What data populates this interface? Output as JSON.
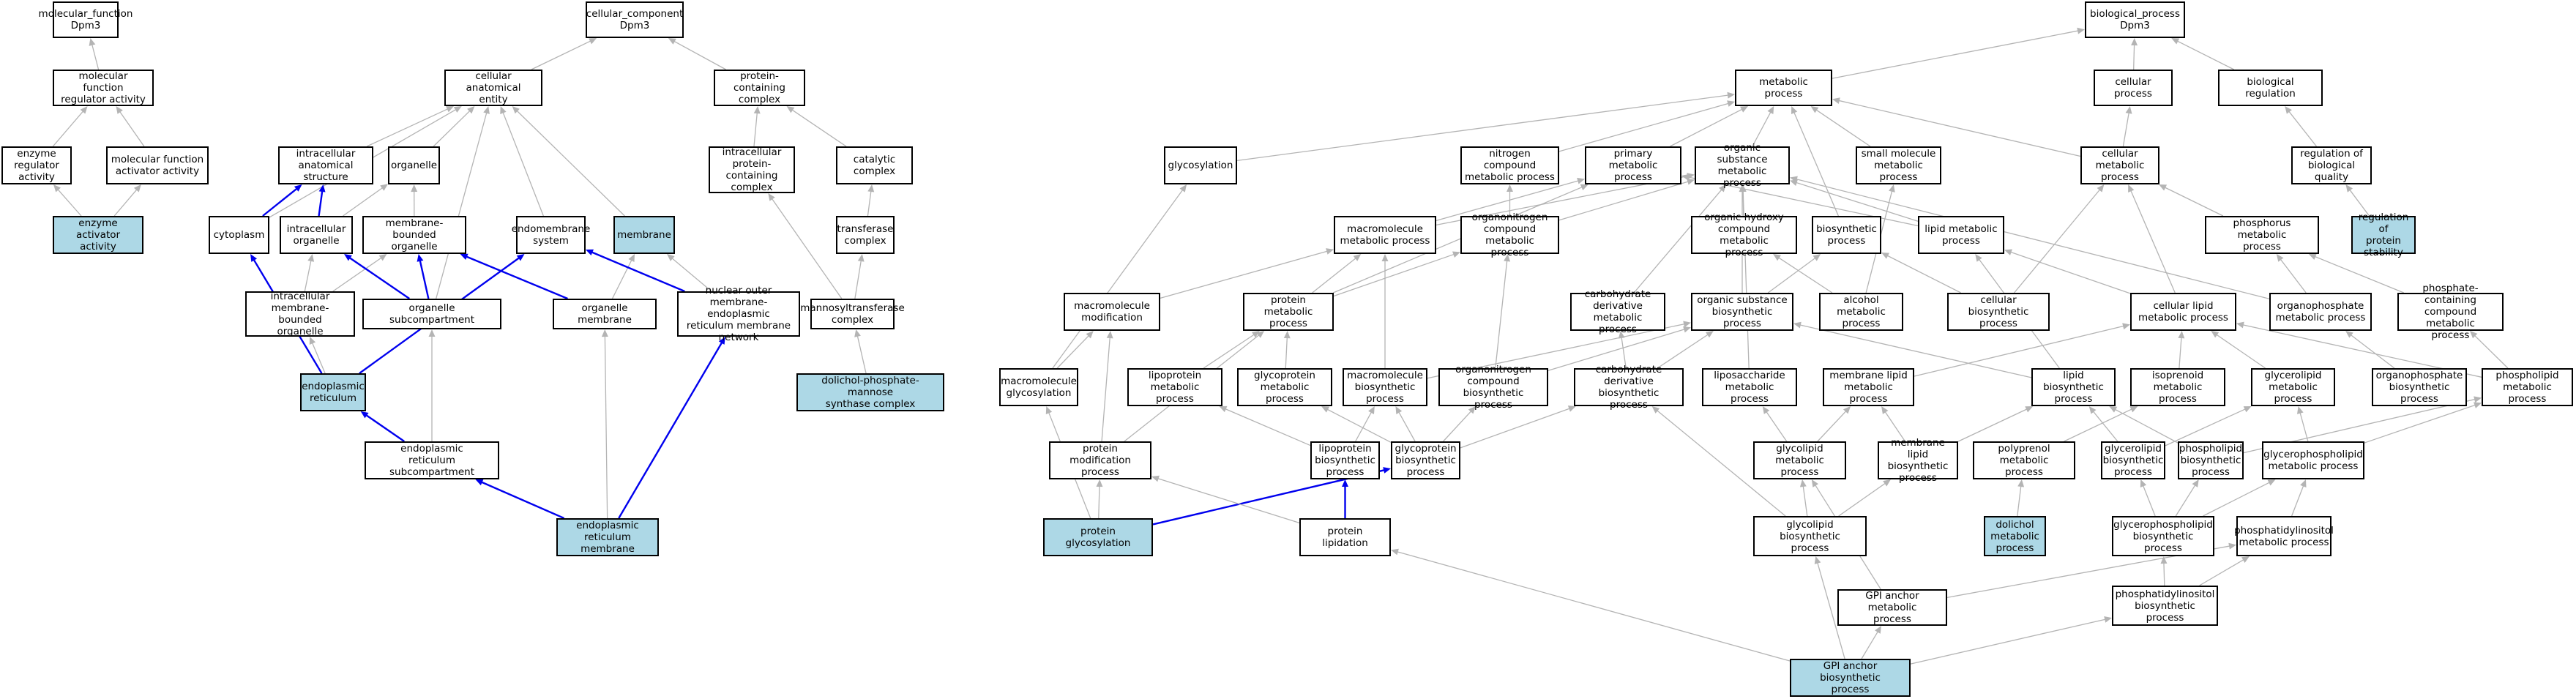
{
  "colors": {
    "highlight_fill": "#add8e6",
    "edge_gray": "#b4b4b4",
    "edge_blue": "#0000ee"
  },
  "nodes": [
    {
      "id": "mf",
      "label": "molecular_function\nDpm3",
      "highlight": false
    },
    {
      "id": "mfra",
      "label": "molecular function\nregulator activity",
      "highlight": false
    },
    {
      "id": "era",
      "label": "enzyme regulator\nactivity",
      "highlight": false
    },
    {
      "id": "mfaa",
      "label": "molecular function\nactivator activity",
      "highlight": false
    },
    {
      "id": "eaa",
      "label": "enzyme activator\nactivity",
      "highlight": true
    },
    {
      "id": "cc",
      "label": "cellular_component\nDpm3",
      "highlight": false
    },
    {
      "id": "cae",
      "label": "cellular anatomical\nentity",
      "highlight": false
    },
    {
      "id": "pcc",
      "label": "protein-containing\ncomplex",
      "highlight": false
    },
    {
      "id": "ias",
      "label": "intracellular\nanatomical structure",
      "highlight": false
    },
    {
      "id": "org",
      "label": "organelle",
      "highlight": false
    },
    {
      "id": "cyt",
      "label": "cytoplasm",
      "highlight": false
    },
    {
      "id": "io",
      "label": "intracellular\norganelle",
      "highlight": false
    },
    {
      "id": "mbo",
      "label": "membrane-bounded\norganelle",
      "highlight": false
    },
    {
      "id": "ems",
      "label": "endomembrane\nsystem",
      "highlight": false
    },
    {
      "id": "mem",
      "label": "membrane",
      "highlight": true
    },
    {
      "id": "iipcc",
      "label": "intracellular\nprotein-containing\ncomplex",
      "highlight": false
    },
    {
      "id": "catc",
      "label": "catalytic complex",
      "highlight": false
    },
    {
      "id": "trc",
      "label": "transferase\ncomplex",
      "highlight": false
    },
    {
      "id": "imbo",
      "label": "intracellular\nmembrane-bounded\norganelle",
      "highlight": false
    },
    {
      "id": "osc",
      "label": "organelle subcompartment",
      "highlight": false
    },
    {
      "id": "om",
      "label": "organelle membrane",
      "highlight": false
    },
    {
      "id": "nom",
      "label": "nuclear outer\nmembrane-endoplasmic\nreticulum membrane\nnetwork",
      "highlight": false
    },
    {
      "id": "mtc",
      "label": "mannosyltransferase\ncomplex",
      "highlight": false
    },
    {
      "id": "er",
      "label": "endoplasmic\nreticulum",
      "highlight": true
    },
    {
      "id": "dpms",
      "label": "dolichol-phosphate-mannose\nsynthase complex",
      "highlight": true
    },
    {
      "id": "ers",
      "label": "endoplasmic\nreticulum subcompartment",
      "highlight": false
    },
    {
      "id": "erm",
      "label": "endoplasmic\nreticulum membrane",
      "highlight": true
    },
    {
      "id": "bp",
      "label": "biological_process\nDpm3",
      "highlight": false
    },
    {
      "id": "mp",
      "label": "metabolic process",
      "highlight": false
    },
    {
      "id": "cp",
      "label": "cellular process",
      "highlight": false
    },
    {
      "id": "br",
      "label": "biological regulation",
      "highlight": false
    },
    {
      "id": "gly",
      "label": "glycosylation",
      "highlight": false
    },
    {
      "id": "ncmp",
      "label": "nitrogen compound\nmetabolic process",
      "highlight": false
    },
    {
      "id": "pmp",
      "label": "primary metabolic\nprocess",
      "highlight": false
    },
    {
      "id": "osmp",
      "label": "organic substance\nmetabolic process",
      "highlight": false
    },
    {
      "id": "smmp",
      "label": "small molecule\nmetabolic process",
      "highlight": false
    },
    {
      "id": "cmp",
      "label": "cellular metabolic\nprocess",
      "highlight": false
    },
    {
      "id": "rbq",
      "label": "regulation of\nbiological quality",
      "highlight": false
    },
    {
      "id": "mmp",
      "label": "macromolecule\nmetabolic process",
      "highlight": false
    },
    {
      "id": "oncmp",
      "label": "organonitrogen\ncompound metabolic\nprocess",
      "highlight": false
    },
    {
      "id": "ohcmp",
      "label": "organic hydroxy\ncompound metabolic\nprocess",
      "highlight": false
    },
    {
      "id": "bsp",
      "label": "biosynthetic\nprocess",
      "highlight": false
    },
    {
      "id": "lmp",
      "label": "lipid metabolic\nprocess",
      "highlight": false
    },
    {
      "id": "phmp",
      "label": "phosphorus metabolic\nprocess",
      "highlight": false
    },
    {
      "id": "rps",
      "label": "regulation of\nprotein stability",
      "highlight": true
    },
    {
      "id": "mmod",
      "label": "macromolecule\nmodification",
      "highlight": false
    },
    {
      "id": "prmp",
      "label": "protein metabolic\nprocess",
      "highlight": false
    },
    {
      "id": "cdmp",
      "label": "carbohydrate\nderivative metabolic\nprocess",
      "highlight": false
    },
    {
      "id": "osbp",
      "label": "organic substance\nbiosynthetic\nprocess",
      "highlight": false
    },
    {
      "id": "almp",
      "label": "alcohol metabolic\nprocess",
      "highlight": false
    },
    {
      "id": "cbp",
      "label": "cellular biosynthetic\nprocess",
      "highlight": false
    },
    {
      "id": "clmp",
      "label": "cellular lipid\nmetabolic process",
      "highlight": false
    },
    {
      "id": "opmp",
      "label": "organophosphate\nmetabolic process",
      "highlight": false
    },
    {
      "id": "pccmp",
      "label": "phosphate-containing\ncompound metabolic\nprocess",
      "highlight": false
    },
    {
      "id": "mgly",
      "label": "macromolecule\nglycosylation",
      "highlight": false
    },
    {
      "id": "lpmp",
      "label": "lipoprotein\nmetabolic process",
      "highlight": false
    },
    {
      "id": "gpmp",
      "label": "glycoprotein\nmetabolic process",
      "highlight": false
    },
    {
      "id": "mbsp",
      "label": "macromolecule\nbiosynthetic\nprocess",
      "highlight": false
    },
    {
      "id": "oncbp",
      "label": "organonitrogen\ncompound biosynthetic\nprocess",
      "highlight": false
    },
    {
      "id": "cdbp",
      "label": "carbohydrate\nderivative biosynthetic\nprocess",
      "highlight": false
    },
    {
      "id": "lsmp",
      "label": "liposaccharide\nmetabolic process",
      "highlight": false
    },
    {
      "id": "mlmp",
      "label": "membrane lipid\nmetabolic process",
      "highlight": false
    },
    {
      "id": "lbp",
      "label": "lipid biosynthetic\nprocess",
      "highlight": false
    },
    {
      "id": "isomp",
      "label": "isoprenoid metabolic\nprocess",
      "highlight": false
    },
    {
      "id": "glmp",
      "label": "glycerolipid\nmetabolic process",
      "highlight": false
    },
    {
      "id": "opbp",
      "label": "organophosphate\nbiosynthetic\nprocess",
      "highlight": false
    },
    {
      "id": "phlmp",
      "label": "phospholipid\nmetabolic process",
      "highlight": false
    },
    {
      "id": "pmodp",
      "label": "protein modification\nprocess",
      "highlight": false
    },
    {
      "id": "lpbp",
      "label": "lipoprotein\nbiosynthetic\nprocess",
      "highlight": false
    },
    {
      "id": "gpbp",
      "label": "glycoprotein\nbiosynthetic\nprocess",
      "highlight": false
    },
    {
      "id": "glcmp",
      "label": "glycolipid metabolic\nprocess",
      "highlight": false
    },
    {
      "id": "mlbp",
      "label": "membrane lipid\nbiosynthetic\nprocess",
      "highlight": false
    },
    {
      "id": "ppmp",
      "label": "polyprenol metabolic\nprocess",
      "highlight": false
    },
    {
      "id": "glbp",
      "label": "glycerolipid\nbiosynthetic\nprocess",
      "highlight": false
    },
    {
      "id": "phlbp",
      "label": "phospholipid\nbiosynthetic\nprocess",
      "highlight": false
    },
    {
      "id": "gplmp",
      "label": "glycerophospholipid\nmetabolic process",
      "highlight": false
    },
    {
      "id": "pgly",
      "label": "protein glycosylation",
      "highlight": true
    },
    {
      "id": "plip",
      "label": "protein lipidation",
      "highlight": false
    },
    {
      "id": "glcbp",
      "label": "glycolipid biosynthetic\nprocess",
      "highlight": false
    },
    {
      "id": "dmp",
      "label": "dolichol metabolic\nprocess",
      "highlight": true
    },
    {
      "id": "gplbp",
      "label": "glycerophospholipid\nbiosynthetic\nprocess",
      "highlight": false
    },
    {
      "id": "pimp",
      "label": "phosphatidylinositol\nmetabolic process",
      "highlight": false
    },
    {
      "id": "gpiamp",
      "label": "GPI anchor metabolic\nprocess",
      "highlight": false
    },
    {
      "id": "pibp",
      "label": "phosphatidylinositol\nbiosynthetic\nprocess",
      "highlight": false
    },
    {
      "id": "gpiabp",
      "label": "GPI anchor biosynthetic\nprocess",
      "highlight": true
    }
  ],
  "edges": [
    [
      "mfra",
      "mf",
      "gray"
    ],
    [
      "era",
      "mfra",
      "gray"
    ],
    [
      "mfaa",
      "mfra",
      "gray"
    ],
    [
      "eaa",
      "era",
      "gray"
    ],
    [
      "eaa",
      "mfaa",
      "gray"
    ],
    [
      "cae",
      "cc",
      "gray"
    ],
    [
      "pcc",
      "cc",
      "gray"
    ],
    [
      "ias",
      "cae",
      "gray"
    ],
    [
      "org",
      "cae",
      "gray"
    ],
    [
      "cyt",
      "cae",
      "gray"
    ],
    [
      "mem",
      "cae",
      "gray"
    ],
    [
      "ems",
      "cae",
      "gray"
    ],
    [
      "osc",
      "cae",
      "gray"
    ],
    [
      "iipcc",
      "pcc",
      "gray"
    ],
    [
      "catc",
      "pcc",
      "gray"
    ],
    [
      "trc",
      "catc",
      "gray"
    ],
    [
      "cyt",
      "ias",
      "blue"
    ],
    [
      "io",
      "ias",
      "blue"
    ],
    [
      "io",
      "org",
      "gray"
    ],
    [
      "mbo",
      "org",
      "gray"
    ],
    [
      "imbo",
      "io",
      "gray"
    ],
    [
      "imbo",
      "mbo",
      "gray"
    ],
    [
      "osc",
      "io",
      "blue"
    ],
    [
      "osc",
      "mbo",
      "blue"
    ],
    [
      "om",
      "mbo",
      "blue"
    ],
    [
      "om",
      "mem",
      "gray"
    ],
    [
      "nom",
      "ems",
      "blue"
    ],
    [
      "nom",
      "mem",
      "gray"
    ],
    [
      "mtc",
      "iipcc",
      "gray"
    ],
    [
      "mtc",
      "trc",
      "gray"
    ],
    [
      "er",
      "imbo",
      "gray"
    ],
    [
      "er",
      "cyt",
      "blue"
    ],
    [
      "er",
      "ems",
      "blue"
    ],
    [
      "dpms",
      "mtc",
      "gray"
    ],
    [
      "ers",
      "er",
      "blue"
    ],
    [
      "ers",
      "osc",
      "gray"
    ],
    [
      "erm",
      "ers",
      "blue"
    ],
    [
      "erm",
      "om",
      "gray"
    ],
    [
      "erm",
      "nom",
      "blue"
    ],
    [
      "mp",
      "bp",
      "gray"
    ],
    [
      "cp",
      "bp",
      "gray"
    ],
    [
      "br",
      "bp",
      "gray"
    ],
    [
      "gly",
      "mp",
      "gray"
    ],
    [
      "ncmp",
      "mp",
      "gray"
    ],
    [
      "pmp",
      "mp",
      "gray"
    ],
    [
      "osmp",
      "mp",
      "gray"
    ],
    [
      "smmp",
      "mp",
      "gray"
    ],
    [
      "cmp",
      "mp",
      "gray"
    ],
    [
      "cmp",
      "cp",
      "gray"
    ],
    [
      "rbq",
      "br",
      "gray"
    ],
    [
      "rps",
      "rbq",
      "gray"
    ],
    [
      "mmp",
      "osmp",
      "gray"
    ],
    [
      "mmp",
      "pmp",
      "gray"
    ],
    [
      "oncmp",
      "osmp",
      "gray"
    ],
    [
      "oncmp",
      "ncmp",
      "gray"
    ],
    [
      "ohcmp",
      "osmp",
      "gray"
    ],
    [
      "bsp",
      "mp",
      "gray"
    ],
    [
      "lmp",
      "pmp",
      "gray"
    ],
    [
      "lmp",
      "osmp",
      "gray"
    ],
    [
      "phmp",
      "cmp",
      "gray"
    ],
    [
      "mmod",
      "mmp",
      "gray"
    ],
    [
      "prmp",
      "pmp",
      "gray"
    ],
    [
      "prmp",
      "mmp",
      "gray"
    ],
    [
      "prmp",
      "oncmp",
      "gray"
    ],
    [
      "cdmp",
      "osmp",
      "gray"
    ],
    [
      "osbp",
      "osmp",
      "gray"
    ],
    [
      "osbp",
      "bsp",
      "gray"
    ],
    [
      "almp",
      "ohcmp",
      "gray"
    ],
    [
      "almp",
      "smmp",
      "gray"
    ],
    [
      "cbp",
      "bsp",
      "gray"
    ],
    [
      "cbp",
      "cmp",
      "gray"
    ],
    [
      "clmp",
      "lmp",
      "gray"
    ],
    [
      "clmp",
      "cmp",
      "gray"
    ],
    [
      "opmp",
      "phmp",
      "gray"
    ],
    [
      "opmp",
      "osmp",
      "gray"
    ],
    [
      "pccmp",
      "phmp",
      "gray"
    ],
    [
      "mgly",
      "mmod",
      "gray"
    ],
    [
      "mgly",
      "gly",
      "gray"
    ],
    [
      "lpmp",
      "prmp",
      "gray"
    ],
    [
      "gpmp",
      "prmp",
      "gray"
    ],
    [
      "mbsp",
      "mmp",
      "gray"
    ],
    [
      "mbsp",
      "osbp",
      "gray"
    ],
    [
      "oncbp",
      "oncmp",
      "gray"
    ],
    [
      "oncbp",
      "osbp",
      "gray"
    ],
    [
      "cdbp",
      "cdmp",
      "gray"
    ],
    [
      "cdbp",
      "osbp",
      "gray"
    ],
    [
      "lsmp",
      "osmp",
      "gray"
    ],
    [
      "mlmp",
      "clmp",
      "gray"
    ],
    [
      "lbp",
      "lmp",
      "gray"
    ],
    [
      "lbp",
      "osbp",
      "gray"
    ],
    [
      "isomp",
      "clmp",
      "gray"
    ],
    [
      "glmp",
      "clmp",
      "gray"
    ],
    [
      "opbp",
      "opmp",
      "gray"
    ],
    [
      "phlmp",
      "pccmp",
      "gray"
    ],
    [
      "phlmp",
      "clmp",
      "gray"
    ],
    [
      "pmodp",
      "mmod",
      "gray"
    ],
    [
      "pmodp",
      "prmp",
      "gray"
    ],
    [
      "lpbp",
      "lpmp",
      "gray"
    ],
    [
      "lpbp",
      "mbsp",
      "gray"
    ],
    [
      "gpbp",
      "gpmp",
      "gray"
    ],
    [
      "gpbp",
      "oncbp",
      "gray"
    ],
    [
      "gpbp",
      "mbsp",
      "gray"
    ],
    [
      "gpbp",
      "cdbp",
      "gray"
    ],
    [
      "glcmp",
      "lsmp",
      "gray"
    ],
    [
      "glcmp",
      "mlmp",
      "gray"
    ],
    [
      "mlbp",
      "mlmp",
      "gray"
    ],
    [
      "mlbp",
      "lbp",
      "gray"
    ],
    [
      "ppmp",
      "isomp",
      "gray"
    ],
    [
      "glbp",
      "glmp",
      "gray"
    ],
    [
      "glbp",
      "lbp",
      "gray"
    ],
    [
      "phlbp",
      "phlmp",
      "gray"
    ],
    [
      "phlbp",
      "lbp",
      "gray"
    ],
    [
      "gplmp",
      "glmp",
      "gray"
    ],
    [
      "gplmp",
      "phlmp",
      "gray"
    ],
    [
      "pgly",
      "pmodp",
      "gray"
    ],
    [
      "pgly",
      "mgly",
      "gray"
    ],
    [
      "pgly",
      "gpbp",
      "blue"
    ],
    [
      "plip",
      "pmodp",
      "gray"
    ],
    [
      "plip",
      "lpbp",
      "blue"
    ],
    [
      "glcbp",
      "glcmp",
      "gray"
    ],
    [
      "glcbp",
      "mlbp",
      "gray"
    ],
    [
      "glcbp",
      "cdbp",
      "gray"
    ],
    [
      "dmp",
      "ppmp",
      "gray"
    ],
    [
      "gplbp",
      "gplmp",
      "gray"
    ],
    [
      "gplbp",
      "glbp",
      "gray"
    ],
    [
      "gplbp",
      "phlbp",
      "gray"
    ],
    [
      "pimp",
      "gplmp",
      "gray"
    ],
    [
      "gpiamp",
      "glcmp",
      "gray"
    ],
    [
      "gpiamp",
      "pimp",
      "gray"
    ],
    [
      "pibp",
      "pimp",
      "gray"
    ],
    [
      "pibp",
      "gplbp",
      "gray"
    ],
    [
      "gpiabp",
      "gpiamp",
      "gray"
    ],
    [
      "gpiabp",
      "glcbp",
      "gray"
    ],
    [
      "gpiabp",
      "pibp",
      "gray"
    ],
    [
      "gpiabp",
      "plip",
      "gray"
    ]
  ]
}
